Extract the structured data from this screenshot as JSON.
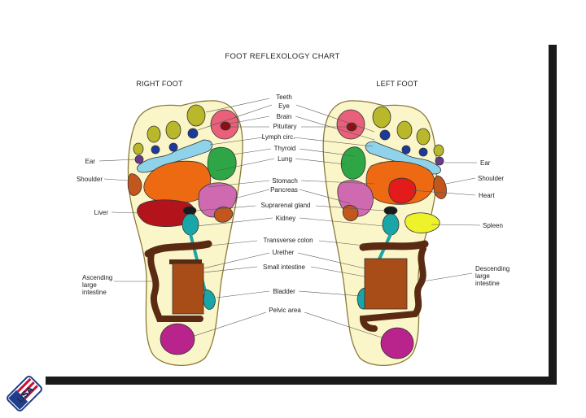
{
  "title": "FOOT REFLEXOLOGY CHART",
  "headers": {
    "right_foot": "RIGHT FOOT",
    "left_foot": "LEFT FOOT"
  },
  "center_labels": {
    "teeth": "Teeth",
    "eye": "Eye",
    "brain": "Brain",
    "pituitary": "Pituitary",
    "lymph": "Lymph circ.",
    "thyroid": "Thyroid",
    "lung": "Lung",
    "stomach": "Stomach",
    "pancreas": "Pancreas",
    "suprarenal": "Suprarenal gland",
    "kidney": "Kidney",
    "transverse_colon": "Transverse colon",
    "urether": "Urether",
    "small_intestine": "Small intestine",
    "bladder": "Bladder",
    "pelvic": "Pelvic area"
  },
  "right_side_labels": {
    "ear": "Ear",
    "shoulder": "Shoulder",
    "liver": "Liver",
    "ascending_1": "Ascending",
    "ascending_2": "large",
    "ascending_3": "intestine"
  },
  "left_side_labels": {
    "ear": "Ear",
    "shoulder": "Shoulder",
    "heart": "Heart",
    "spleen": "Spleen",
    "descending_1": "Descending",
    "descending_2": "large",
    "descending_3": "intestine"
  },
  "badge": {
    "text": "USA"
  },
  "colors": {
    "foot_fill": "#fbf6c9",
    "teeth": "#b8b82a",
    "brain": "#e8607a",
    "pituitary": "#8b0f14",
    "eye": "#1c3a9a",
    "lymph": "#8fd3ea",
    "lung": "#2ea646",
    "stomach": "#ee6a12",
    "heart": "#e31b1b",
    "pancreas": "#cf6ab0",
    "liver": "#b3141c",
    "shoulder": "#c2561c",
    "kidney": "#1aa6a8",
    "intestine": "#5a2a12",
    "small_intestine": "#a84c18",
    "pelvic": "#b8248c",
    "spleen": "#eef22a",
    "ear": "#6a3a8a"
  }
}
